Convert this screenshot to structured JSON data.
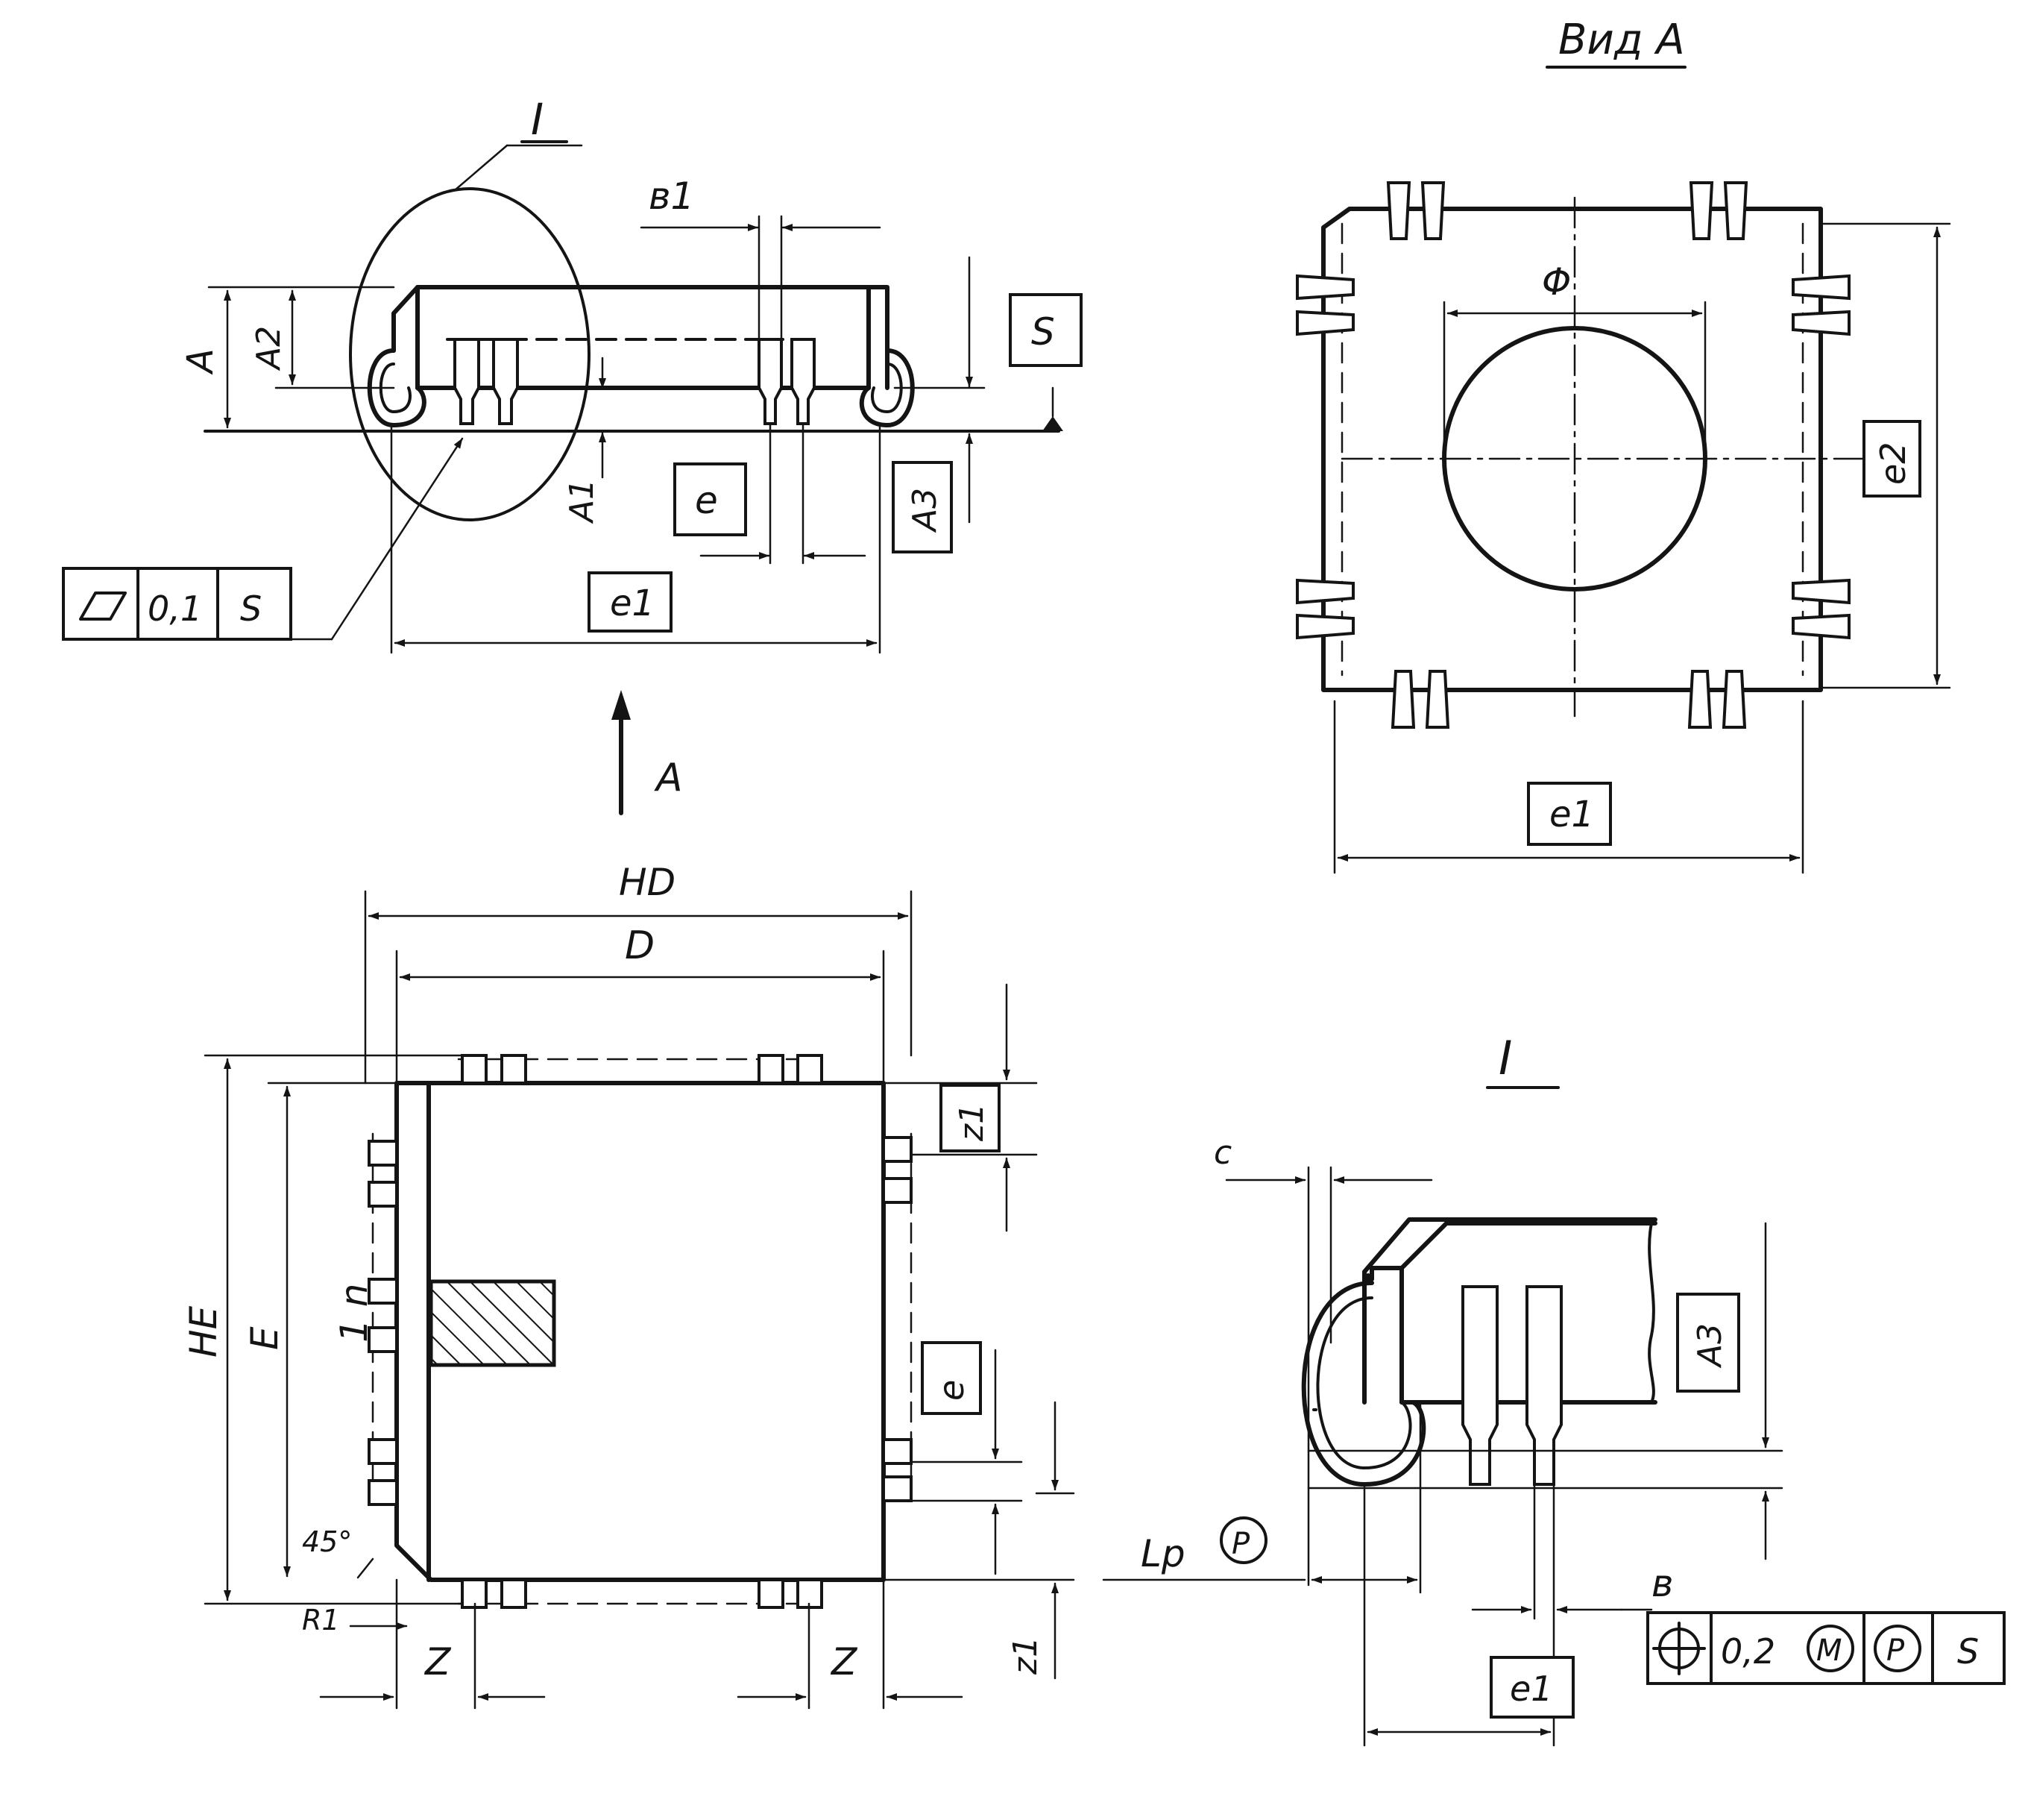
{
  "title": "Вид А",
  "views": {
    "side": {
      "detail_marker": "I",
      "labels": {
        "A": "A",
        "A1": "A1",
        "A2": "A2",
        "b1": "в1",
        "e": "e",
        "A3": "A3",
        "e1": "e1",
        "datum": "S"
      },
      "tolerance_frame": [
        "0,1",
        "S"
      ],
      "arrow_label": "A"
    },
    "view_a": {
      "labels": {
        "phi": "Φ",
        "e2": "e2",
        "e1": "e1"
      }
    },
    "top": {
      "labels": {
        "HD": "HD",
        "D": "D",
        "HE": "HE",
        "E": "E",
        "z1_top": "z1",
        "z1_bottom": "z1",
        "e": "e",
        "pin1": "1 n",
        "angle": "45°",
        "R1": "R1",
        "Z_left": "Z",
        "Z_right": "Z"
      }
    },
    "detail_I": {
      "title": "I",
      "labels": {
        "c": "c",
        "A3": "A3",
        "Lp": "Lp",
        "P": "P",
        "b": "в",
        "e1": "e1"
      },
      "position_frame": [
        "0,2",
        "M",
        "P",
        "S"
      ]
    }
  }
}
